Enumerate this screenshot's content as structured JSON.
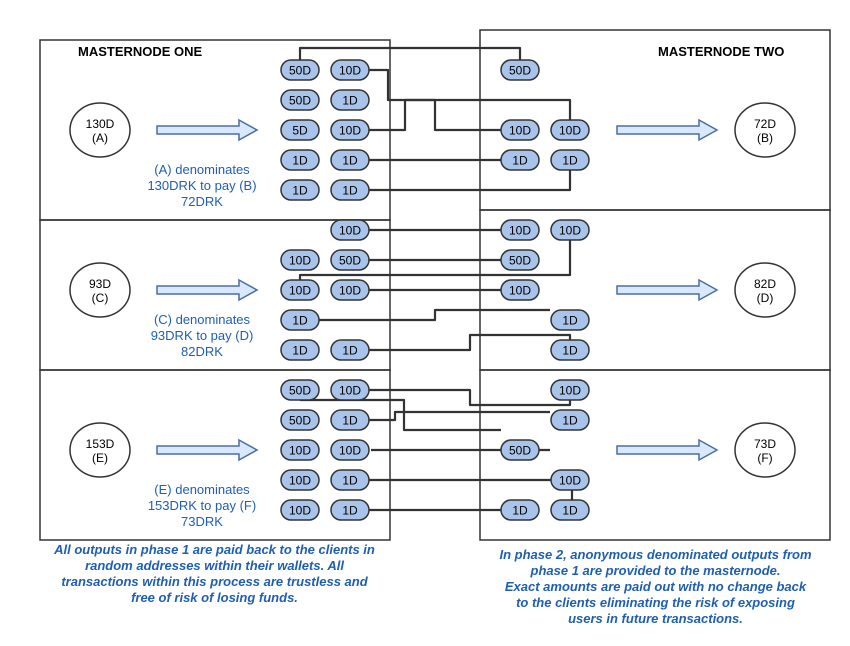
{
  "colors": {
    "pill_fill": "#a9c4eb",
    "pill_stroke": "#333333",
    "line": "#333333",
    "arrow_fill": "#dae8fc",
    "arrow_stroke": "#4a6fa0",
    "caption": "#1f5fb0"
  },
  "headers": {
    "left": "MASTERNODE ONE",
    "right": "MASTERNODE TWO"
  },
  "groups": [
    {
      "input": {
        "amount": "130D",
        "id": "(A)"
      },
      "output": {
        "amount": "72D",
        "id": "(B)"
      },
      "description": [
        "(A) denominates",
        "130DRK to pay (B)",
        "72DRK"
      ],
      "left_rows": [
        [
          "50D",
          "10D"
        ],
        [
          "50D",
          "1D"
        ],
        [
          "5D",
          "10D"
        ],
        [
          "1D",
          "1D"
        ],
        [
          "1D",
          "1D"
        ]
      ],
      "right_rows": [
        [
          "50D",
          ""
        ],
        [
          "",
          ""
        ],
        [
          "10D",
          "10D"
        ],
        [
          "1D",
          "1D"
        ],
        [
          "",
          ""
        ]
      ]
    },
    {
      "input": {
        "amount": "93D",
        "id": "(C)"
      },
      "output": {
        "amount": "82D",
        "id": "(D)"
      },
      "description": [
        "(C) denominates",
        "93DRK to pay (D)",
        "82DRK"
      ],
      "left_rows": [
        [
          "",
          "10D"
        ],
        [
          "10D",
          "50D"
        ],
        [
          "10D",
          "10D"
        ],
        [
          "1D",
          ""
        ],
        [
          "1D",
          "1D"
        ]
      ],
      "right_rows": [
        [
          "10D",
          "10D"
        ],
        [
          "50D",
          ""
        ],
        [
          "10D",
          ""
        ],
        [
          "",
          "1D"
        ],
        [
          "",
          "1D"
        ]
      ]
    },
    {
      "input": {
        "amount": "153D",
        "id": "(E)"
      },
      "output": {
        "amount": "73D",
        "id": "(F)"
      },
      "description": [
        "(E) denominates",
        "153DRK to pay (F)",
        "73DRK"
      ],
      "left_rows": [
        [
          "50D",
          "10D"
        ],
        [
          "50D",
          "1D"
        ],
        [
          "10D",
          "10D"
        ],
        [
          "10D",
          "1D"
        ],
        [
          "10D",
          "1D"
        ]
      ],
      "right_rows": [
        [
          "",
          "10D"
        ],
        [
          "",
          "1D"
        ],
        [
          "50D",
          ""
        ],
        [
          "",
          "10D"
        ],
        [
          "1D",
          "1D"
        ]
      ]
    }
  ],
  "captions": {
    "left": [
      "All outputs in phase 1 are paid back to the clients in",
      "random addresses within their wallets. All",
      "transactions within this process are trustless and",
      "free of risk of losing funds."
    ],
    "right": [
      "In phase 2, anonymous denominated outputs from",
      "phase 1 are provided to the masternode.",
      "Exact amounts are paid out with no change back",
      "to the clients eliminating the risk of exposing",
      "users in future transactions."
    ]
  }
}
